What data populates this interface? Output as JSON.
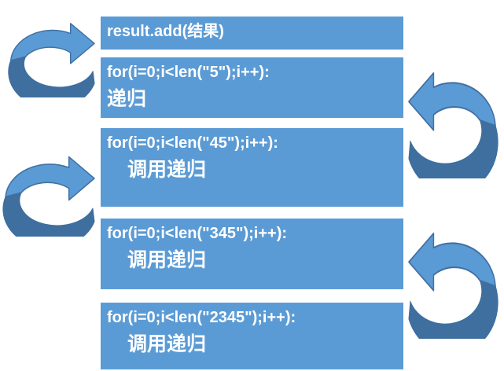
{
  "diagram": {
    "description": "recursion-call-stack-diagram",
    "boxes": [
      {
        "line1": "result.add(结果)"
      },
      {
        "line1": "for(i=0;i<len(\"5\");i++):",
        "line2": "递归"
      },
      {
        "line1": "for(i=0;i<len(\"45\");i++):",
        "line2": "调用递归"
      },
      {
        "line1": "for(i=0;i<len(\"345\");i++):",
        "line2": "调用递归"
      },
      {
        "line1": "for(i=0;i<len(\"2345\");i++):",
        "line2": "调用递归"
      }
    ],
    "arrows": [
      {
        "icon": "loop-arrow-right-icon",
        "side": "left",
        "points": "right"
      },
      {
        "icon": "loop-arrow-left-icon",
        "side": "right",
        "points": "left"
      },
      {
        "icon": "loop-arrow-right-icon",
        "side": "left",
        "points": "right"
      },
      {
        "icon": "loop-arrow-left-icon",
        "side": "right",
        "points": "left"
      }
    ],
    "colors": {
      "box_fill": "#5B9BD5",
      "text": "#FFFFFF",
      "arrow_light": "#5B9BD5",
      "arrow_dark": "#3E6F9E",
      "arrow_outline": "#4170A3"
    }
  }
}
